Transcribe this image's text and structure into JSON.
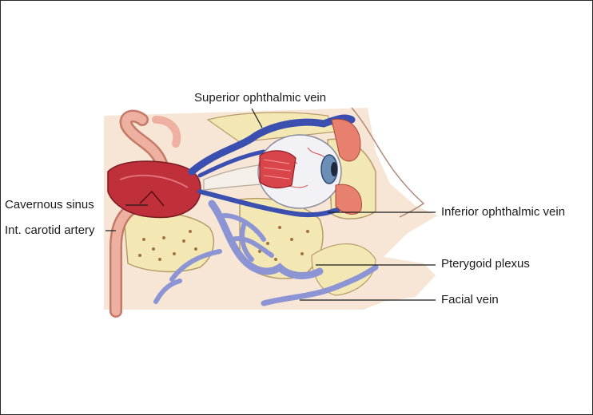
{
  "labels": {
    "superior_ophthalmic_vein": "Superior ophthalmic vein",
    "cavernous_sinus": "Cavernous sinus",
    "int_carotid_artery": "Int. carotid artery",
    "inferior_ophthalmic_vein": "Inferior ophthalmic vein",
    "pterygoid_plexus": "Pterygoid plexus",
    "facial_vein": "Facial vein"
  },
  "colors": {
    "vein": "#3a4fb0",
    "vein_light": "#8c94d4",
    "artery": "#e9a08e",
    "sinus": "#c0303a",
    "bone": "#f3e7b4",
    "tissue": "#f6ddc8",
    "muscle": "#d8454a"
  }
}
